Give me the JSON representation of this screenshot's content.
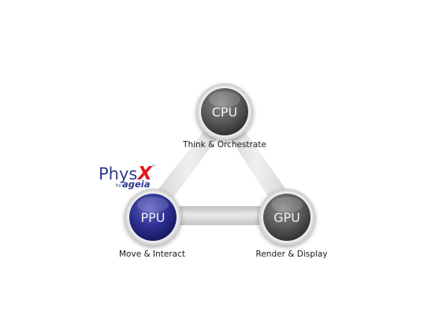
{
  "logo": {
    "main": "Phys",
    "accent": "X",
    "trademark": "™",
    "by": "by",
    "company": "ageia"
  },
  "nodes": {
    "cpu": {
      "label": "CPU",
      "caption": "Think & Orchestrate"
    },
    "ppu": {
      "label": "PPU",
      "caption": "Move & Interact"
    },
    "gpu": {
      "label": "GPU",
      "caption": "Render & Display"
    }
  },
  "colors": {
    "cpu_fill": "#5a5a5a",
    "gpu_fill": "#5a5a5a",
    "ppu_fill": "#2d2f8e",
    "connector": "#d7d7d7",
    "logo_blue": "#2e3a8c",
    "logo_red": "#e0161b"
  }
}
